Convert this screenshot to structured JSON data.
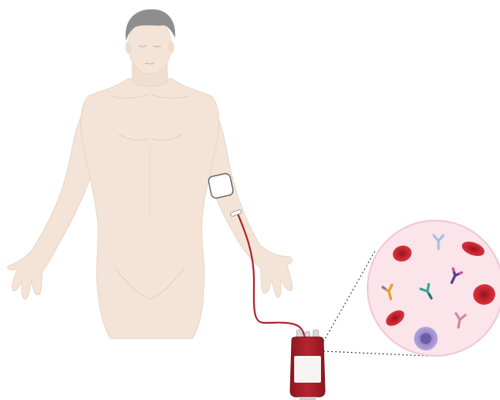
{
  "figure": {
    "subject": "human-figure",
    "procedure": "blood-draw",
    "container": "blood-bag",
    "magnified_contents": [
      "red-blood-cell",
      "red-blood-cell",
      "red-blood-cell",
      "red-blood-cell",
      "antibody",
      "antibody",
      "antibody",
      "antibody",
      "antibody",
      "white-blood-cell"
    ]
  },
  "colors": {
    "skin": "#f4e4d8",
    "skin_outline": "#e9d2c2",
    "hair": "#8e8e8e",
    "blood": "#a81f2a",
    "tube": "#b0222e",
    "bag_label": "#f8f4f4",
    "magnifier_fill": "#fbe4ea",
    "magnifier_stroke": "#f2c6d2",
    "red_cell": "#c9242f",
    "white_cell": "#9a8ac9",
    "antibody_blue": "#9ec3dc",
    "antibody_purple": "#5b3a8a",
    "antibody_teal": "#3aa59a",
    "antibody_orange": "#e2a030",
    "antibody_pink": "#d08aa0"
  }
}
